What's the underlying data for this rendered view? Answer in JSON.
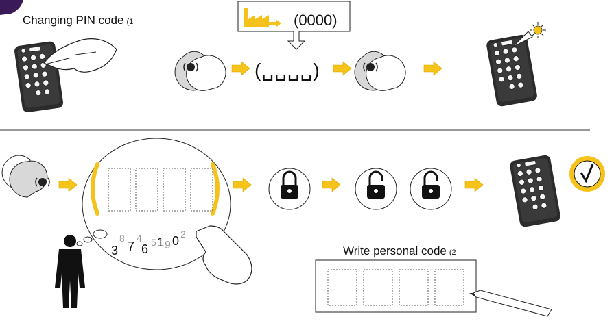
{
  "step1": {
    "title": "Changing  PIN code",
    "title_note": "(1",
    "factory_code": "(0000)",
    "entry_code": "(␣␣␣␣)"
  },
  "step2": {
    "thought_digits": [
      {
        "text": "3",
        "style": "dark"
      },
      {
        "text": "8",
        "style": "dim"
      },
      {
        "text": "7",
        "style": "dark"
      },
      {
        "text": "4",
        "style": "dim"
      },
      {
        "text": "6",
        "style": "dark"
      },
      {
        "text": "5",
        "style": "dim"
      },
      {
        "text": "1",
        "style": "dark"
      },
      {
        "text": "9",
        "style": "dim"
      },
      {
        "text": "0",
        "style": "dark"
      },
      {
        "text": "2",
        "style": "dim"
      }
    ],
    "write_title": "Write personal code",
    "write_note": "(2"
  },
  "icons": {
    "arrow": "yellow-arrow-icon",
    "tag": "badge-tag-icon",
    "lock_closed": "padlock-closed-icon",
    "lock_open": "padlock-open-icon",
    "check": "checkmark-icon",
    "factory": "factory-icon",
    "pencil": "pencil-icon",
    "person": "person-silhouette-icon"
  },
  "colors": {
    "accent": "#F4C21A",
    "arrow": "#F6C31B",
    "stroke": "#222222",
    "keypad_body": "#2b2b2b"
  }
}
